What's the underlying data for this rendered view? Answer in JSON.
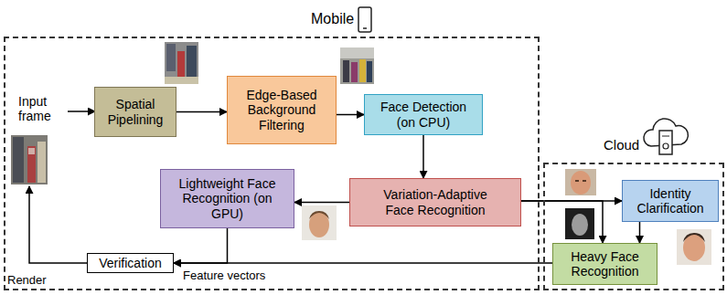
{
  "diagram": {
    "nodes": [
      {
        "text": [
          "Mobile"
        ]
      },
      {
        "text": [
          "Spatial Pipelining"
        ],
        "in": 0
      },
      {
        "text": [
          "Edge-Based Background Filtering"
        ],
        "in": 0
      },
      {
        "text": [
          "Face Detection (on CPU)"
        ],
        "in": 0
      },
      {
        "text": [
          "Variation-Adaptive Face Recognition"
        ],
        "in": 0
      },
      {
        "text": [
          "Lightweight Face Recognition (on GPU)"
        ],
        "in": 0
      },
      {
        "text": [
          "Verification"
        ],
        "in": 0
      },
      {
        "text": [
          "Cloud"
        ]
      },
      {
        "text": [
          "Identity Clarification"
        ],
        "in": 7
      },
      {
        "text": [
          "Heavy Face Recognition"
        ],
        "in": 7
      }
    ],
    "edges": [
      {
        "from": 1,
        "to": 2,
        "arrow": "to"
      },
      {
        "from": 2,
        "to": 3,
        "arrow": "to"
      },
      {
        "from": 3,
        "to": 4,
        "arrow": "to"
      },
      {
        "from": 4,
        "to": 5,
        "arrow": "to"
      },
      {
        "from": 4,
        "to": 8,
        "arrow": "to"
      },
      {
        "from": 4,
        "to": 9,
        "arrow": "to"
      },
      {
        "from": 8,
        "to": 9,
        "arrow": "to"
      },
      {
        "from": 5,
        "to": 6,
        "arrow": "to"
      },
      {
        "from": 9,
        "to": 6,
        "arrow": "to"
      }
    ],
    "labels": [
      "Input frame",
      "Render",
      "Feature vectors"
    ]
  }
}
